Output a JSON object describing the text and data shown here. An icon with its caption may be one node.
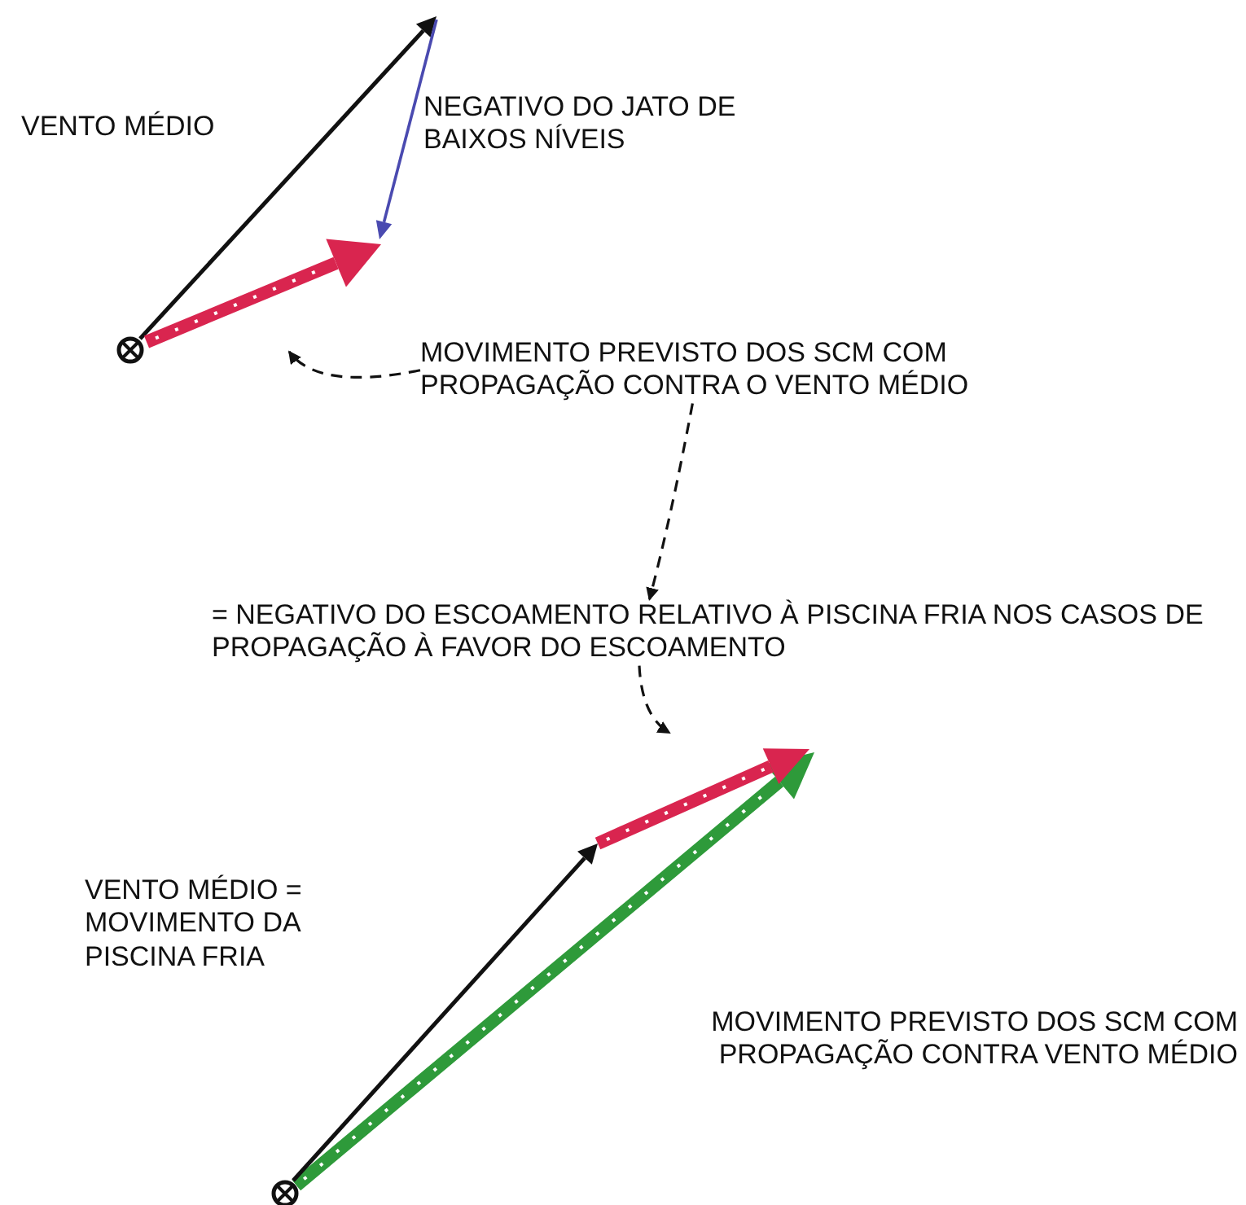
{
  "diagram": {
    "nodes": [
      {
        "text": [
          "MOVIMENTO PREVISTO DOS SCM COM PROPAGAÇÃO CONTRA O VENTO MÉDIO"
        ]
      },
      {
        "text": [],
        "shape": "arrow"
      },
      {
        "text": [
          "= NEGATIVO DO ESCOAMENTO RELATIVO À PISCINA FRIA NOS CASOS DE PROPAGAÇÃO À FAVOR DO ESCOAMENTO"
        ]
      },
      {
        "text": [],
        "shape": "arrow"
      }
    ],
    "edges": [
      {
        "from": 0,
        "to": 1,
        "arrow": "to",
        "style": "dashed"
      },
      {
        "from": 0,
        "to": 2,
        "arrow": "to",
        "style": "dashed"
      },
      {
        "from": 2,
        "to": 3,
        "arrow": "to",
        "style": "dashed"
      }
    ],
    "labels": [
      "VENTO MÉDIO",
      "NEGATIVO DO JATO DE BAIXOS NÍVEIS",
      "VENTO MÉDIO = MOVIMENTO DA PISCINA FRIA",
      "MOVIMENTO PREVISTO DOS SCM COM PROPAGAÇÃO CONTRA VENTO MÉDIO"
    ]
  }
}
